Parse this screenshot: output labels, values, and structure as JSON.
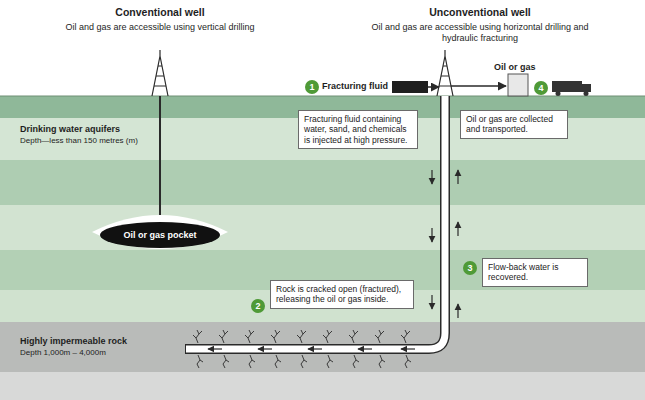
{
  "diagram": {
    "nodes": [
      {
        "text": [
          "1"
        ]
      },
      {
        "text": [
          "Fracturing fluid containing water, sand, and chemicals is injected at high pressure."
        ]
      },
      {
        "text": [
          "4"
        ]
      },
      {
        "text": [
          "Oil or gas are collected and transported."
        ]
      },
      {
        "text": [
          "Oil or gas pocket"
        ]
      },
      {
        "text": [
          "3"
        ]
      },
      {
        "text": [
          "Flow-back water is recovered."
        ]
      },
      {
        "text": [
          "2"
        ]
      },
      {
        "text": [
          "Rock is cracked open (fractured), releasing the oil or gas inside."
        ]
      }
    ],
    "labels": [
      "Conventional well",
      "Oil and gas are accessible using vertical drilling",
      "Unconventional well",
      "Oil and gas are accessible using horizontal drilling and hydraulic fracturing",
      "Fracturing fluid",
      "Oil or gas",
      "Drinking water aquifers",
      "Depth—less than 150 metres (m)",
      "Highly impermeable rock",
      "Depth 1,000m – 4,000m"
    ]
  }
}
